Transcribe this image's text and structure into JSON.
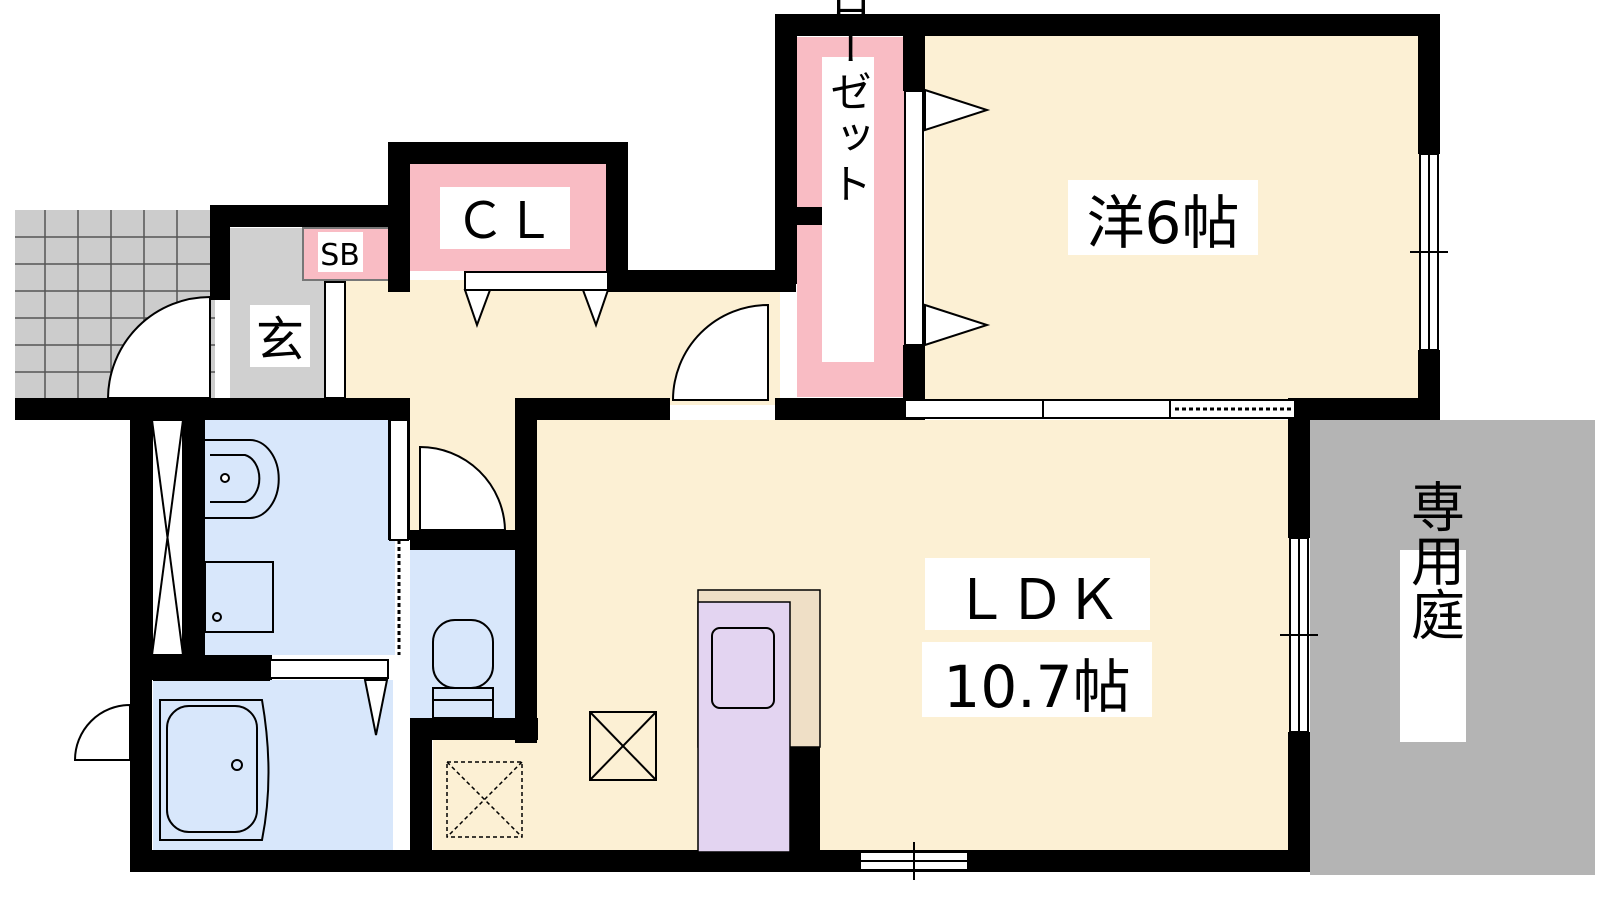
{
  "rooms": {
    "western_room": {
      "label": "洋6帖"
    },
    "ldk": {
      "label": "ＬＤＫ",
      "size": "10.7帖"
    },
    "closet_cl": {
      "label": "ＣＬ"
    },
    "closet_vertical": {
      "label": "クローゼット"
    },
    "entrance": {
      "label": "玄"
    },
    "shoe_box": {
      "label": "SB"
    },
    "private_garden": {
      "label": "専用庭"
    }
  },
  "colors": {
    "wall": "#000000",
    "living_floor": "#fcf0d4",
    "closet": "#f9bcc4",
    "wet_area": "#d8e7fb",
    "entrance_floor": "#d0d0d0",
    "garden": "#b4b4b4",
    "kitchen_sink": "#e3d4f1",
    "counter": "#efdfc6",
    "tile": "#cccccc"
  }
}
